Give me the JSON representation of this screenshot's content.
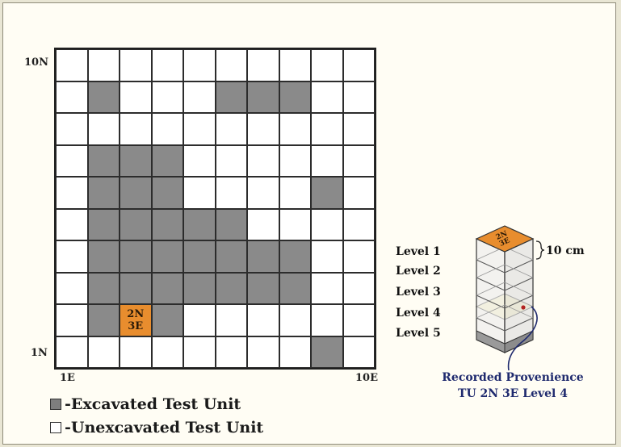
{
  "grid": {
    "rows": 10,
    "cols": 10,
    "pattern": [
      "..........",
      ".X...XXX..",
      "..........",
      ".XXX......",
      ".XXX....X.",
      ".XXXXX....",
      ".XXXXXXX..",
      ".XXXXXXX..",
      ".XSX......",
      "........X."
    ],
    "selected_label": "2N\n3E",
    "colors": {
      "excavated": "#8a8a8a",
      "unexcavated": "#ffffff",
      "selected": "#e88d2e"
    }
  },
  "axis": {
    "y_top": "10N",
    "y_bottom": "1N",
    "x_left": "1E",
    "x_right": "10E"
  },
  "legend": {
    "excavated": "-Excavated Test Unit",
    "unexcavated": "-Unexcavated Test Unit"
  },
  "column": {
    "top_label": "2N\n3E",
    "levels": [
      "Level 1",
      "Level 2",
      "Level 3",
      "Level 4",
      "Level 5"
    ],
    "dimension": "10 cm",
    "highlight_level": 4,
    "colors": {
      "top": "#e88d2e",
      "highlight": "#fbf6c8",
      "body": "#eeeeee",
      "bottom": "#9a9a9a"
    }
  },
  "provenience": {
    "line1": "Recorded Provenience",
    "line2": "TU 2N 3E Level 4"
  }
}
